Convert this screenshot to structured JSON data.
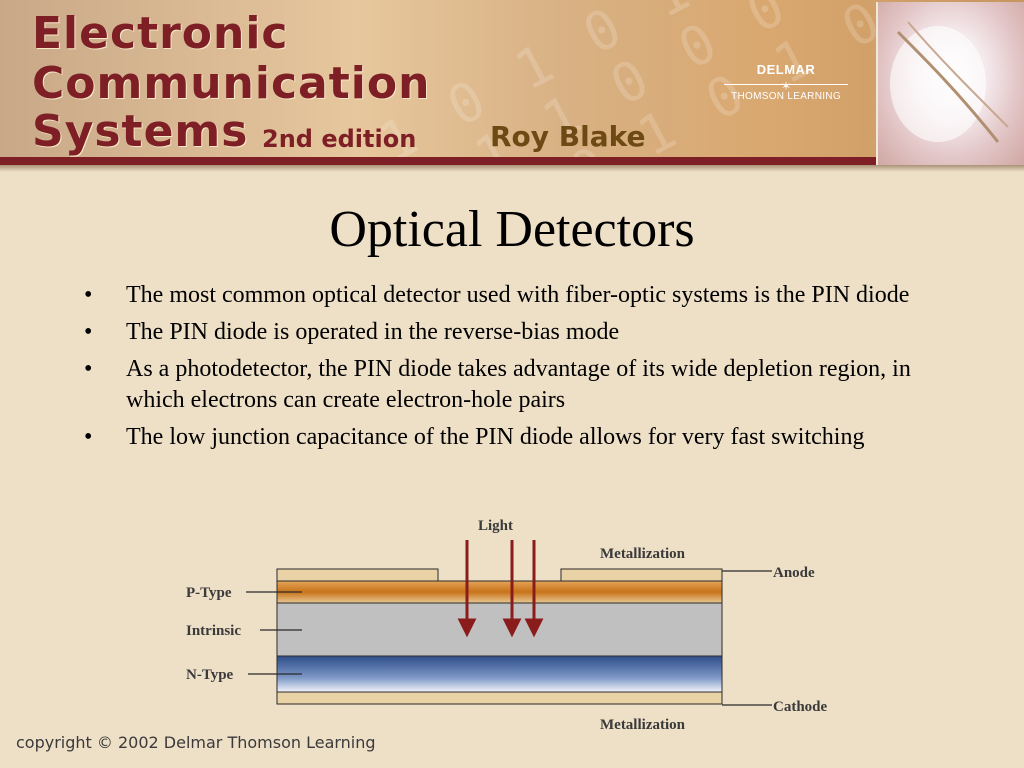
{
  "header": {
    "title_line1": "Electronic",
    "title_line2": "Communication",
    "title_line3": "Systems",
    "edition": "2nd edition",
    "author": "Roy Blake",
    "logo_top": "DELMAR",
    "logo_bottom": "THOMSON LEARNING",
    "background_digits": "1 0 1 0 1 1 0\n0 1 1 0 0 0 1\n1 1 0 1 0 1 0"
  },
  "slide": {
    "title": "Optical Detectors",
    "bullet_symbol": "•",
    "bullets": [
      "The most common optical detector used with fiber-optic systems is the PIN diode",
      "The PIN diode is operated in the reverse-bias mode",
      "As a photodetector, the PIN diode takes advantage of its wide depletion region, in which electrons can create electron-hole pairs",
      "The low junction capacitance of the PIN diode allows for very fast switching"
    ]
  },
  "diagram": {
    "labels": {
      "light": "Light",
      "metallization_top": "Metallization",
      "anode": "Anode",
      "p_type": "P-Type",
      "intrinsic": "Intrinsic",
      "n_type": "N-Type",
      "cathode": "Cathode",
      "metallization_bottom": "Metallization"
    },
    "colors": {
      "metal": "#e9d2a6",
      "p_layer": "#c8731a",
      "intrinsic": "#c0c0c0",
      "n_layer": "#4d6fa8",
      "arrow": "#8b1c1c"
    }
  },
  "footer": {
    "copyright": "copyright © 2002 Delmar Thomson Learning"
  }
}
